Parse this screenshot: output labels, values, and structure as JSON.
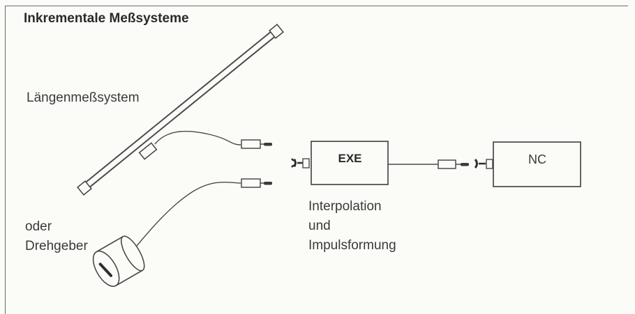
{
  "title": "Inkrementale Meßsysteme",
  "linear_encoder_label": "Längenmeßsystem",
  "rotary_encoder_label": [
    "oder",
    "Drehgeber"
  ],
  "interpolation_unit_label": "EXE",
  "interpolation_caption": [
    "Interpolation",
    "und",
    "Impulsformung"
  ],
  "control_unit_label": "NC"
}
